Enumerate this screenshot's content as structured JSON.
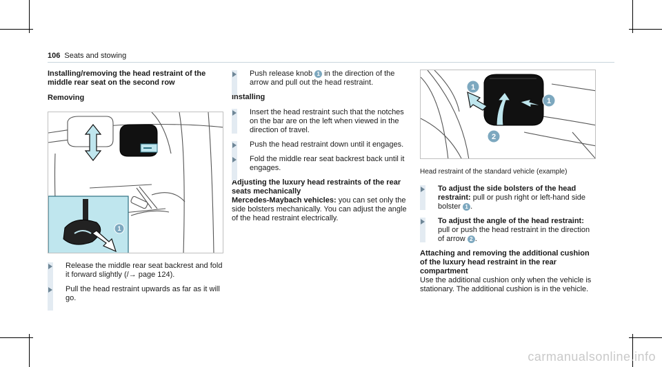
{
  "header": {
    "page_number": "106",
    "section": "Seats and stowing"
  },
  "col1": {
    "heading": "Installing/removing the head restraint of the middle rear seat on the second row",
    "subheading": "Removing",
    "callout": "1",
    "steps": [
      "Release the middle rear seat backrest and fold it forward slightly (/→ page 124).",
      "Pull the head restraint upwards as far as it will go."
    ]
  },
  "col2": {
    "step_push_before": "Push release knob",
    "step_push_badge": "1",
    "step_push_after": "in the direction of the arrow and pull out the head restraint.",
    "installing_heading": "Installing",
    "installing_steps": [
      "Insert the head restraint such that the notches on the bar are on the left when viewed in the direction of travel.",
      "Push the head restraint down until it engages.",
      "Fold the middle rear seat backrest back until it engages."
    ],
    "adjust_heading": "Adjusting the luxury head restraints of the rear seats mechanically",
    "adjust_lead": "Mercedes-Maybach vehicles:",
    "adjust_text": "you can set only the side bolsters mechanically. You can adjust the angle of the head restraint electrically."
  },
  "col3": {
    "callouts": [
      "1",
      "1",
      "2"
    ],
    "caption": "Head restraint of the standard vehicle (example)",
    "step_bolster_label": "To adjust the side bolsters of the head restraint:",
    "step_bolster_text": "pull or push right or left-hand side bolster",
    "step_bolster_badge": "1",
    "step_angle_label": "To adjust the angle of the head restraint:",
    "step_angle_text": "pull or push the head restraint in the direction of arrow",
    "step_angle_badge": "2",
    "cushion_heading": "Attaching and removing the additional cushion of the luxury head restraint in the rear compartment",
    "cushion_text": "Use the additional cushion only when the vehicle is stationary. The additional cushion is in the vehicle."
  },
  "watermark": "carmanualsonline.info",
  "colors": {
    "accent": "#7da8bf",
    "highlight": "#bfe6ee",
    "arrow": "#6f8797"
  }
}
